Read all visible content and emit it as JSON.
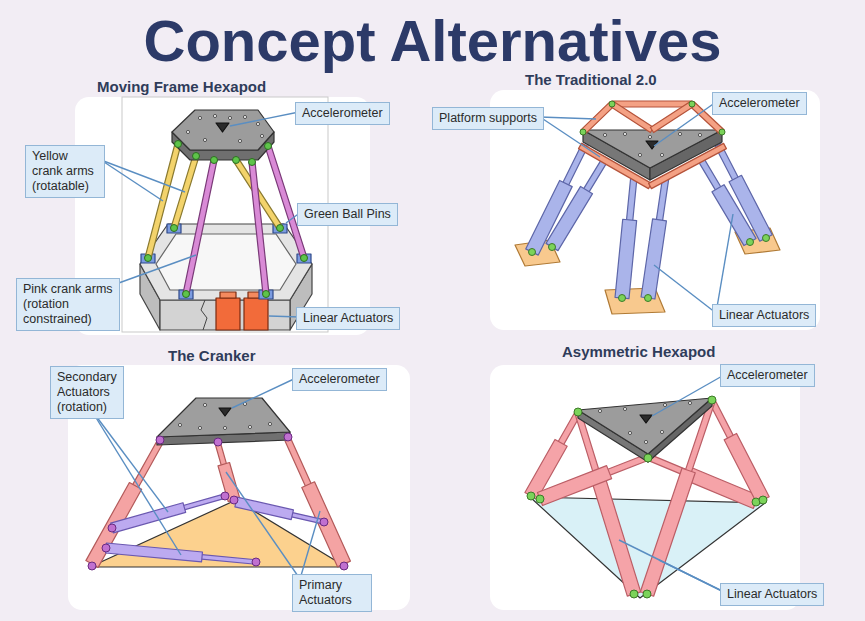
{
  "diagram": {
    "title": "Concept Alternatives",
    "nodes": [
      {
        "text": [
          "Moving Frame Hexapod"
        ]
      },
      {
        "text": [
          "Accelerometer"
        ],
        "in": 0
      },
      {
        "text": [
          "Yellow crank arms (rotatable)"
        ],
        "in": 0
      },
      {
        "text": [
          "Green Ball Pins"
        ],
        "in": 0
      },
      {
        "text": [
          "Pink crank arms (rotation constrained)"
        ],
        "in": 0
      },
      {
        "text": [
          "Linear Actuators"
        ],
        "in": 0
      },
      {
        "text": [
          "The Traditional 2.0"
        ]
      },
      {
        "text": [
          "Platform supports"
        ],
        "in": 6
      },
      {
        "text": [
          "Accelerometer"
        ],
        "in": 6
      },
      {
        "text": [
          "Linear Actuators"
        ],
        "in": 6
      },
      {
        "text": [
          "The Cranker"
        ]
      },
      {
        "text": [
          "Secondary Actuators (rotation)"
        ],
        "in": 10
      },
      {
        "text": [
          "Accelerometer"
        ],
        "in": 10
      },
      {
        "text": [
          "Primary Actuators"
        ],
        "in": 10
      },
      {
        "text": [
          "Asymmetric Hexapod"
        ]
      },
      {
        "text": [
          "Accelerometer"
        ],
        "in": 14
      },
      {
        "text": [
          "Linear Actuators"
        ],
        "in": 14
      }
    ]
  }
}
